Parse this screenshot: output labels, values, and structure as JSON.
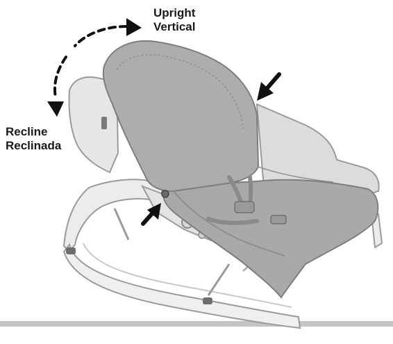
{
  "labels": {
    "upright": {
      "line1": "Upright",
      "line2": "Vertical"
    },
    "recline": {
      "line1": "Recline",
      "line2": "Reclinada"
    }
  },
  "colors": {
    "fabric": "#a9a9a9",
    "fabric_dark": "#8e8e8e",
    "frame": "#ececec",
    "frame_edge": "#9a9a9a",
    "arrow": "#111111",
    "floor_line": "#c4c4c4"
  },
  "icons": {
    "direction_arrow": "curved-dashed-arrow",
    "pointer": "black-arrow"
  }
}
